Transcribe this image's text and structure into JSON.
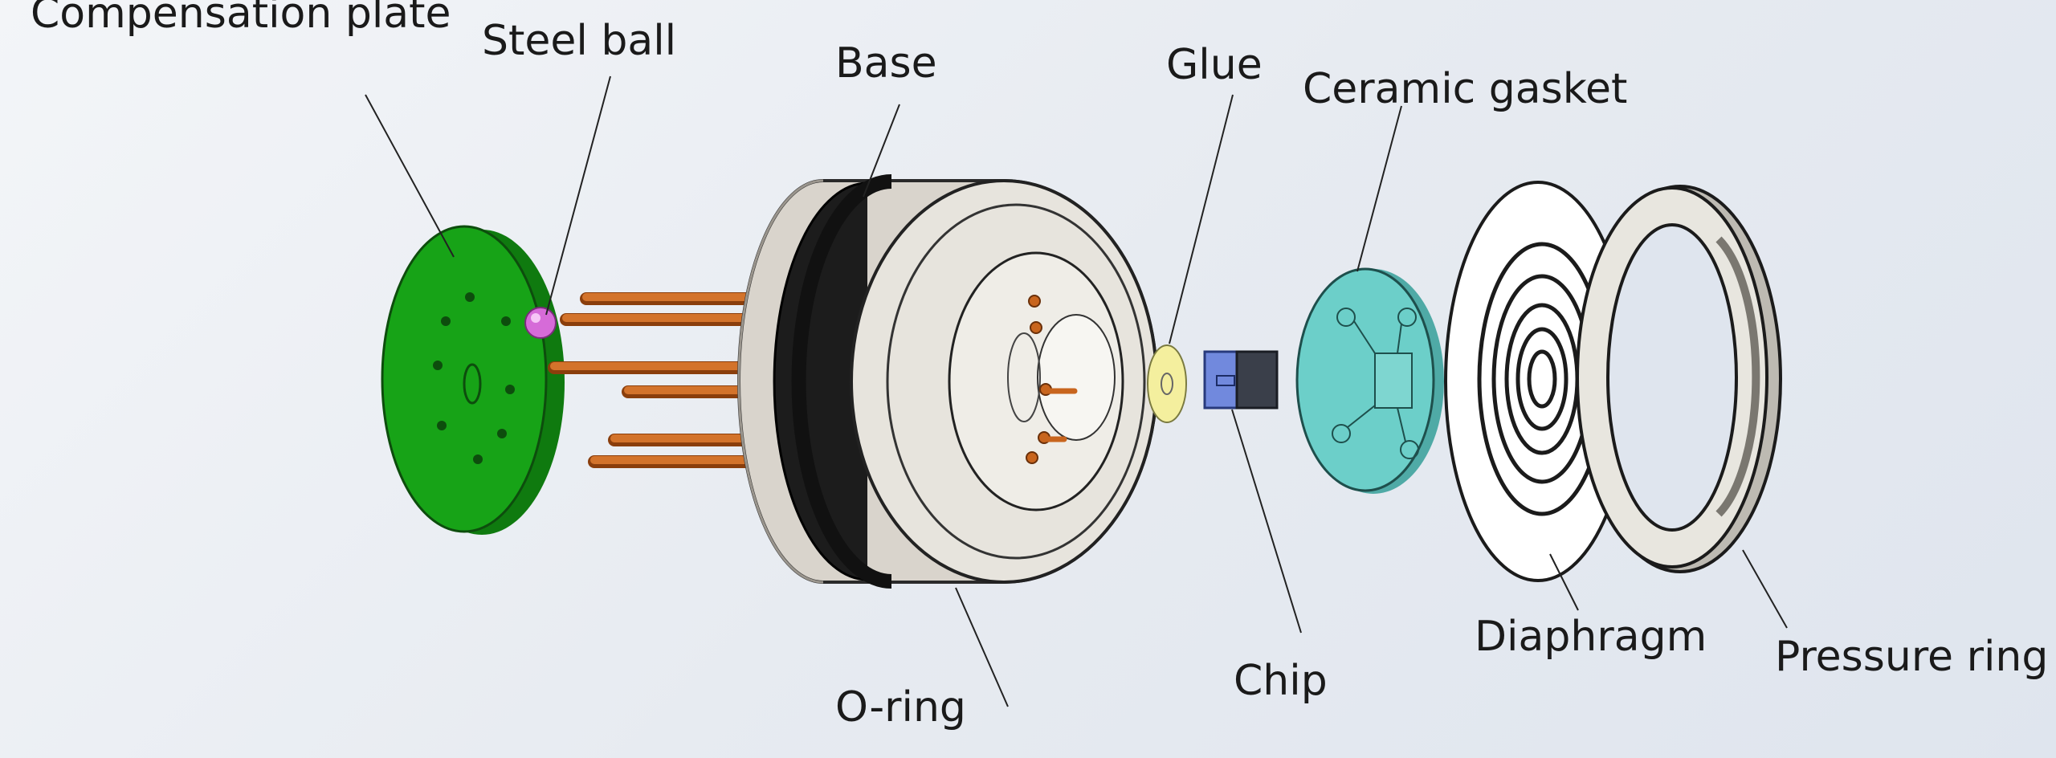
{
  "labels": {
    "compensation_plate": "Compensation plate",
    "steel_ball": "Steel ball",
    "base": "Base",
    "glue": "Glue",
    "ceramic_gasket": "Ceramic gasket",
    "o_ring": "O-ring",
    "chip": "Chip",
    "diaphragm": "Diaphragm",
    "pressure_ring": "Pressure ring"
  },
  "colors": {
    "compensation_plate": "#16a316",
    "steel_ball": "#d56ad6",
    "pins": "#c8651e",
    "base": "#dcd8d0",
    "o_ring": "#1b1b1b",
    "glue": "#f3ef9e",
    "chip": "#6f86d8",
    "ceramic_gasket": "#6ccfc9",
    "diaphragm": "#ffffff",
    "pressure_ring": "#e6e4dc"
  }
}
